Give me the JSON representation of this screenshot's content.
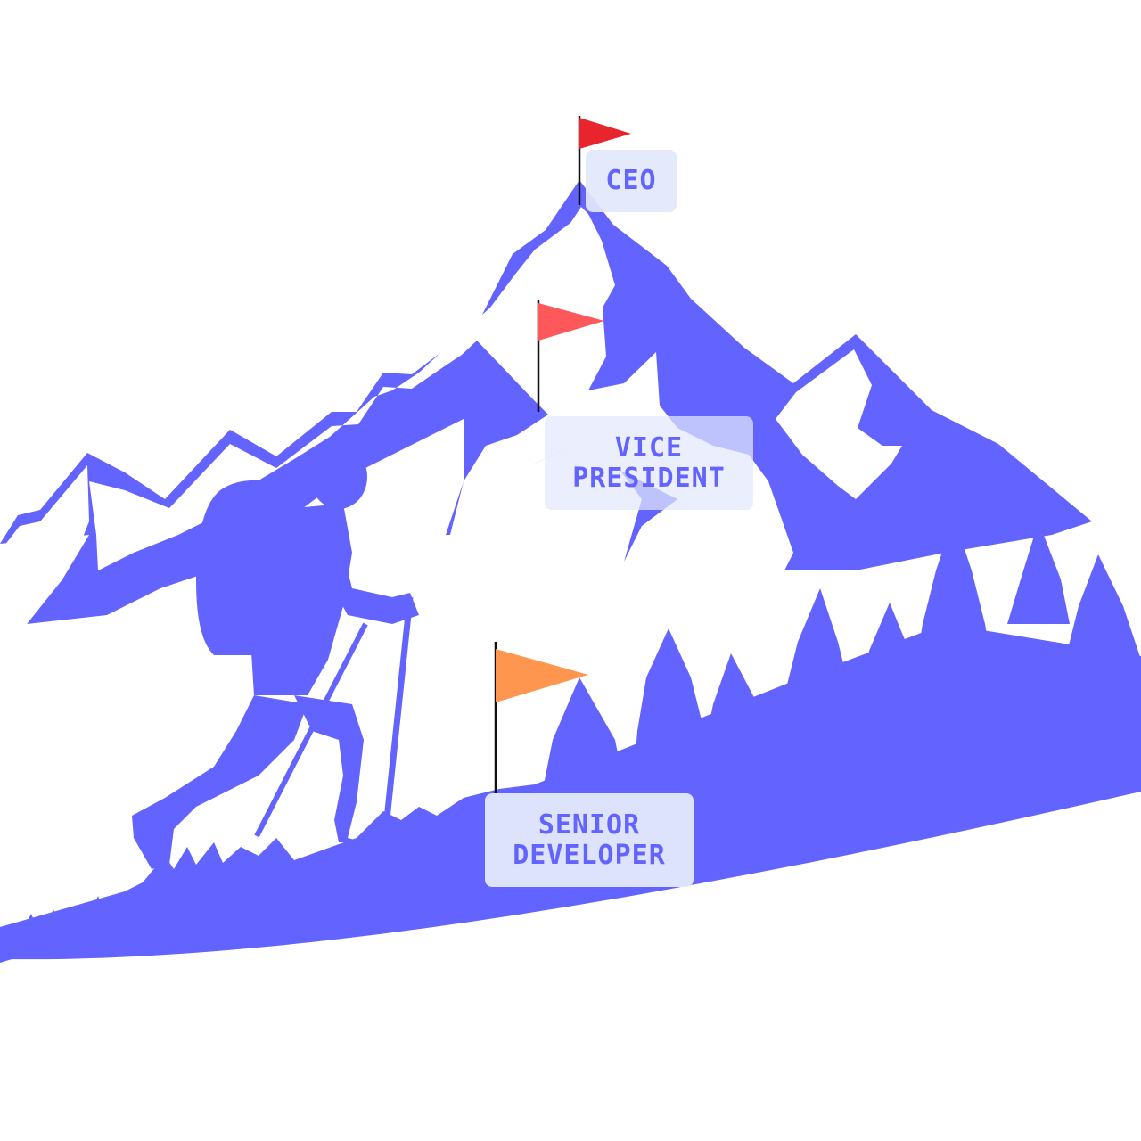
{
  "colors": {
    "mountain": "#6363ff",
    "snow": "#ffffff",
    "label_bg": "#e2e8fc",
    "label_text": "#6363ff",
    "flag_ceo": "#e8242c",
    "flag_vice_president": "#ff585a",
    "flag_senior_developer": "#ff9650",
    "pole": "#111111"
  },
  "labels": {
    "ceo": "CEO",
    "vice_president": "VICE\nPRESIDENT",
    "senior_developer": "SENIOR\nDEVELOPER"
  },
  "icons": {
    "hiker": "hiker-silhouette-icon",
    "flag": "flag-icon",
    "tree": "pine-tree-icon"
  }
}
